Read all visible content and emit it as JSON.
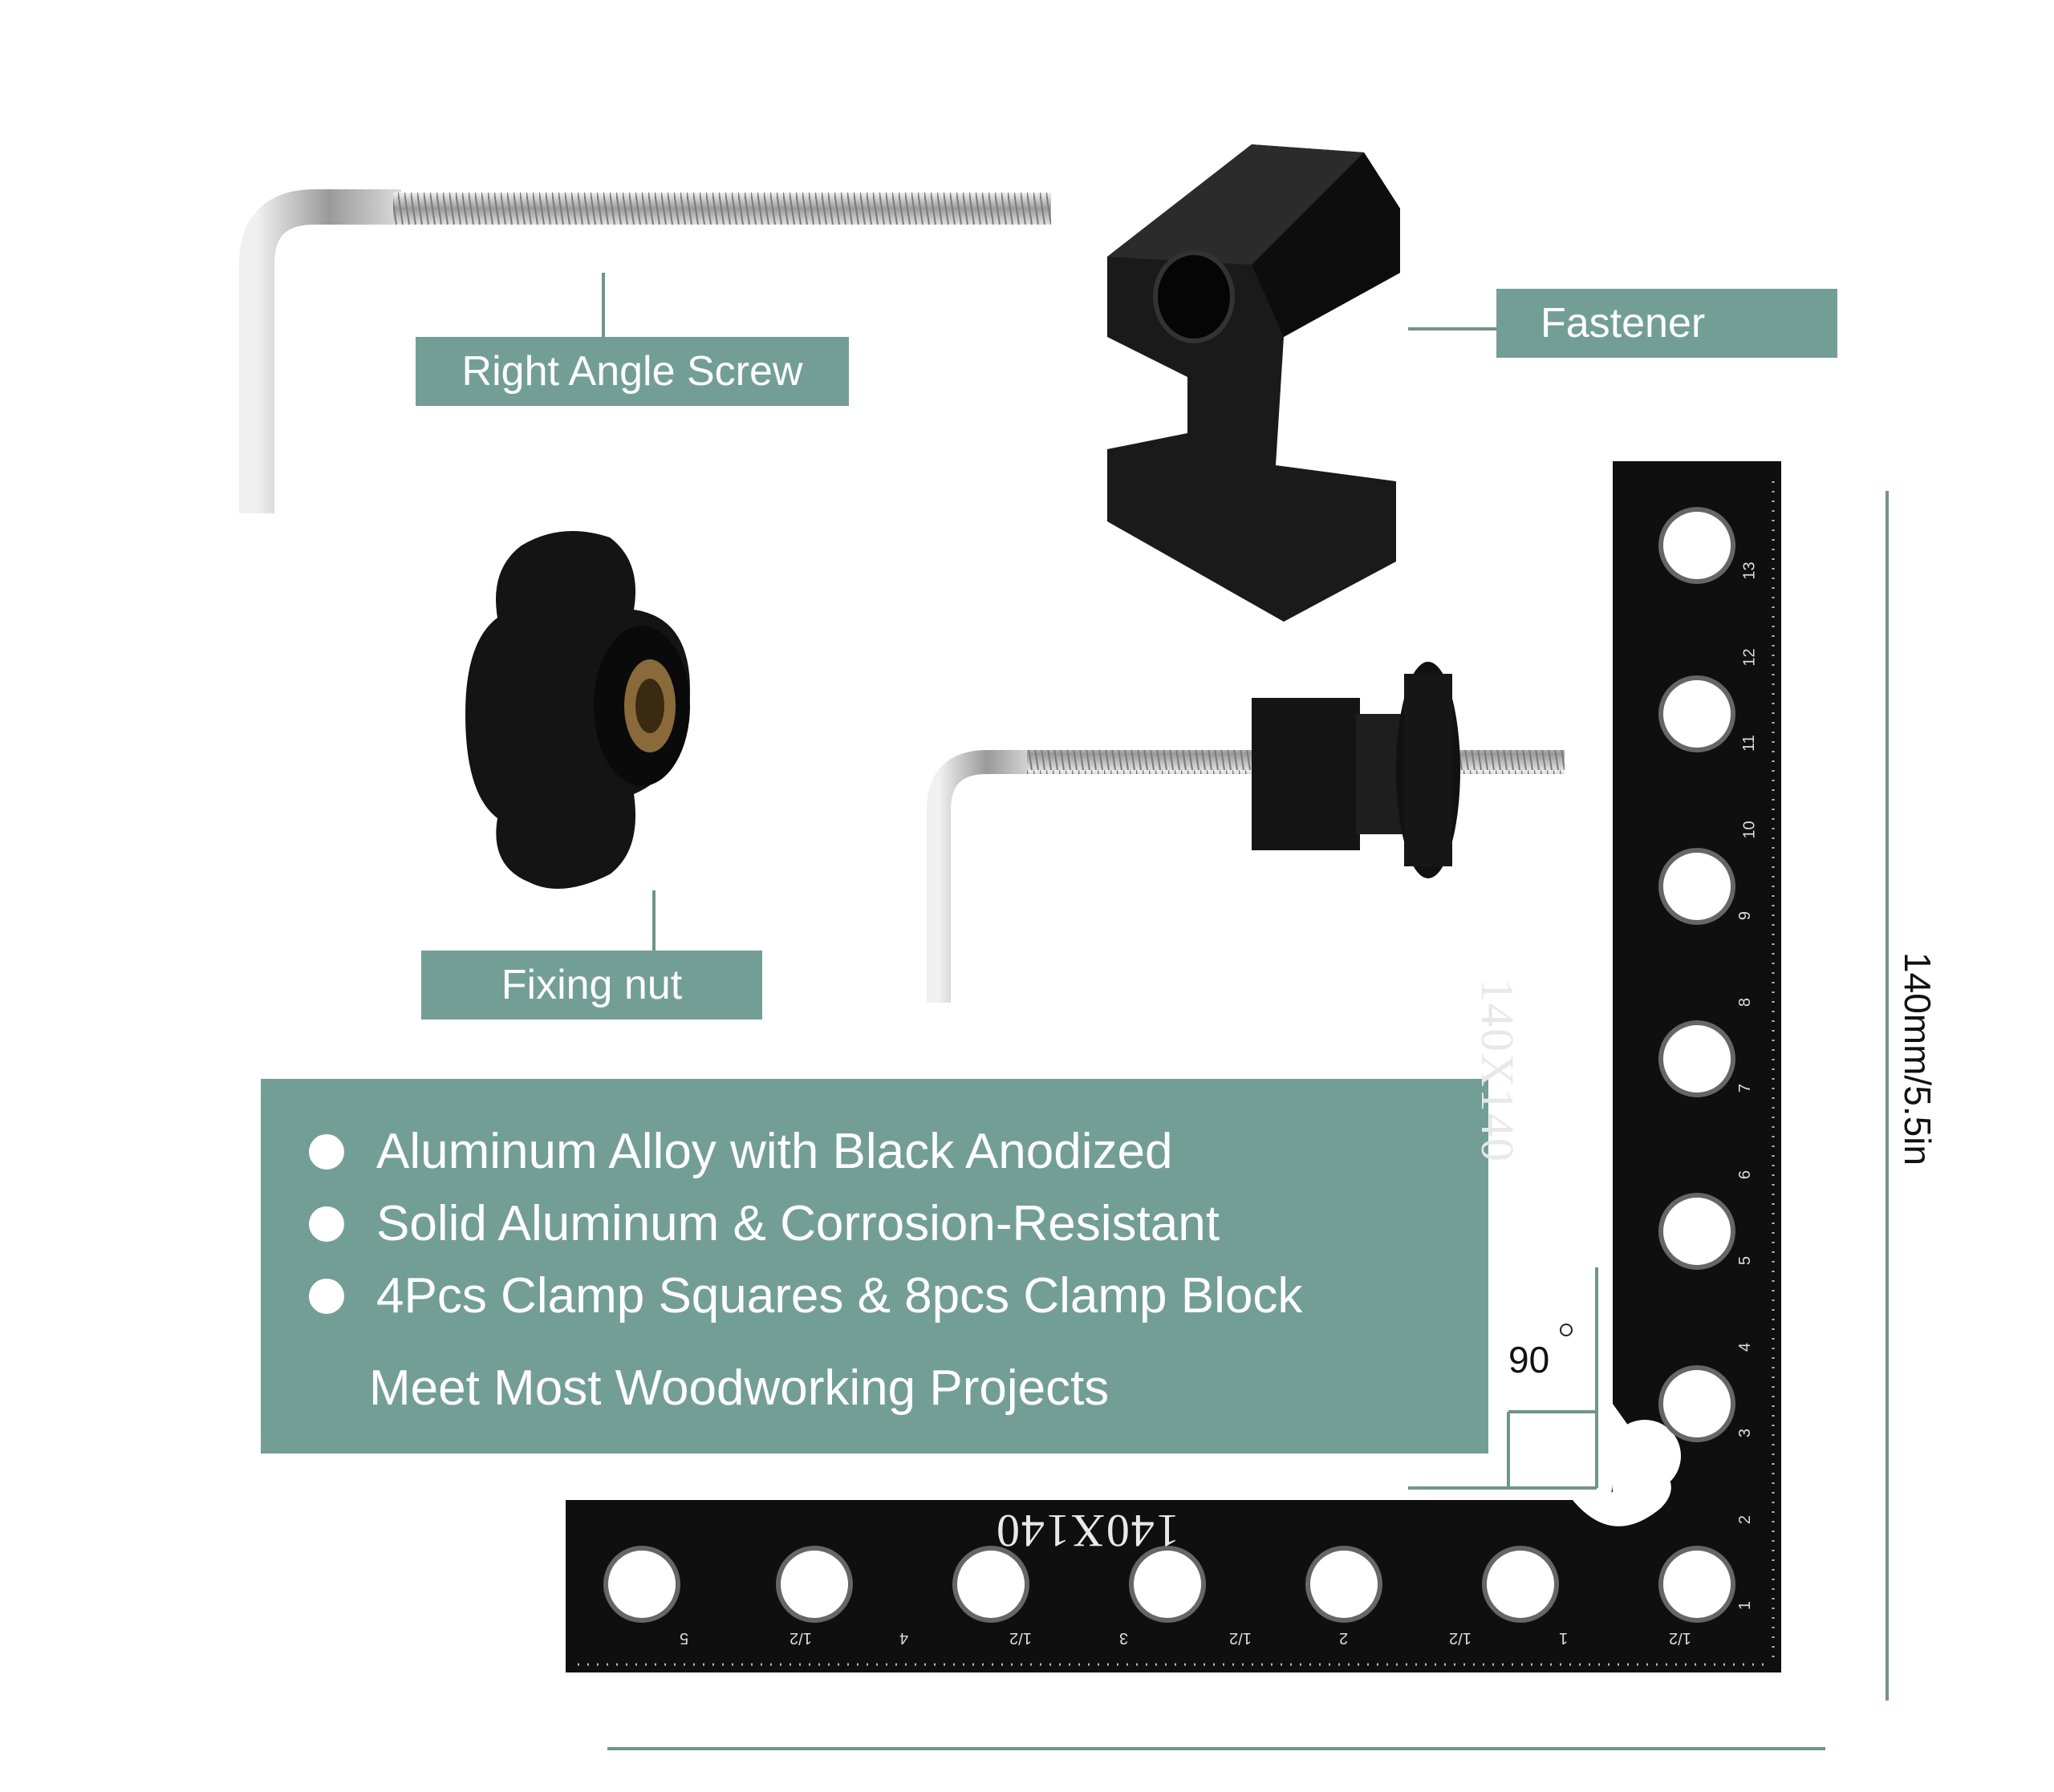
{
  "labels": {
    "right_angle_screw": "Right Angle Screw",
    "fastener": "Fastener",
    "fixing_nut": "Fixing nut"
  },
  "features": [
    "Aluminum Alloy with Black Anodized",
    "Solid Aluminum & Corrosion-Resistant",
    "4Pcs Clamp Squares & 8pcs Clamp Block",
    "Meet Most Woodworking Projects"
  ],
  "dimensions": {
    "vertical": "140mm/5.5in",
    "angle": "90"
  },
  "square": {
    "stamp_vertical": "140X140",
    "stamp_horizontal": "140X140",
    "vertical_ticks": [
      "1",
      "2",
      "3",
      "4",
      "5",
      "6",
      "7",
      "8",
      "9",
      "10",
      "11",
      "12",
      "13"
    ],
    "horizontal_ticks": [
      "1/2",
      "1",
      "1/2",
      "2",
      "1/2",
      "3",
      "1/2",
      "4",
      "1/2",
      "5"
    ]
  },
  "colors": {
    "label_bg": "#739e95",
    "connector": "#6f948c",
    "metal_dark": "#111111",
    "steel": "#c8c8c8"
  }
}
